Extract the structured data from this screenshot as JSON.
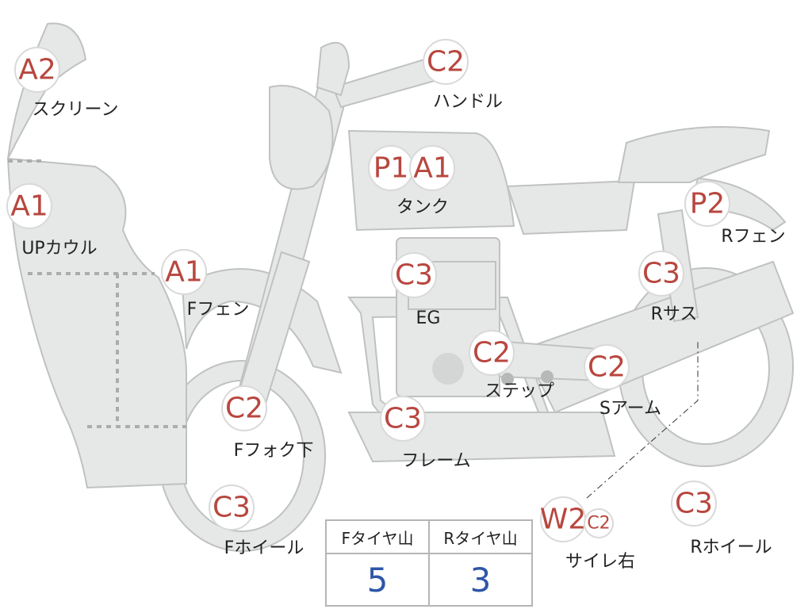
{
  "colors": {
    "body_fill": "#e6e8e7",
    "body_stroke": "#bfc2c1",
    "code_text": "#b8473f",
    "tire_value_text": "#2e56a8",
    "dotted_line": "#a9adac"
  },
  "parts": [
    {
      "id": "screen",
      "code": "A2",
      "label": "スクリーン"
    },
    {
      "id": "up-cowl",
      "code": "A1",
      "label": "UPカウル"
    },
    {
      "id": "f-fender",
      "code": "A1",
      "label": "Fフェン"
    },
    {
      "id": "f-fork",
      "code": "C2",
      "label": "Fフォク下"
    },
    {
      "id": "f-wheel",
      "code": "C3",
      "label": "Fホイール"
    },
    {
      "id": "handle",
      "code": "C2",
      "label": "ハンドル"
    },
    {
      "id": "tank",
      "code": "P1",
      "code2": "A1",
      "label": "タンク"
    },
    {
      "id": "engine",
      "code": "C3",
      "label": "EG"
    },
    {
      "id": "step",
      "code": "C2",
      "label": "ステップ"
    },
    {
      "id": "frame",
      "code": "C3",
      "label": "フレーム"
    },
    {
      "id": "r-fender",
      "code": "P2",
      "label": "Rフェン"
    },
    {
      "id": "r-sus",
      "code": "C3",
      "label": "Rサス"
    },
    {
      "id": "s-arm",
      "code": "C2",
      "label": "Sアーム"
    },
    {
      "id": "muffler",
      "code": "W2",
      "code2": "C2",
      "label": "サイレ右"
    },
    {
      "id": "r-wheel",
      "code": "C3",
      "label": "Rホイール"
    }
  ],
  "tire_table": {
    "headers": [
      "Fタイヤ山",
      "Rタイヤ山"
    ],
    "values": [
      "5",
      "3"
    ]
  }
}
